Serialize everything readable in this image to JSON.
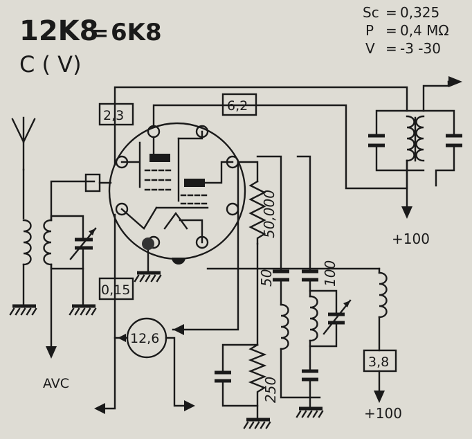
{
  "title": {
    "main": "12K8",
    "equals": "=",
    "alt": "6K8",
    "subtitle": "C ( V)"
  },
  "params": {
    "sc_label": "Sc",
    "sc_eq": "=",
    "sc_value": "0,325",
    "rho_label": "P",
    "rho_eq": "=",
    "rho_value": "0,4 MΩ",
    "v_label": "V",
    "v_eq": "=",
    "v_value": "-3 -30"
  },
  "labels": {
    "box_anode": "6,2",
    "box_screen": "2,3",
    "box_cathode": "0,15",
    "heater": "12,6",
    "box_osc": "3,8",
    "res_50000": "50,000",
    "res_250": "250",
    "cap_50": "50",
    "cap_100": "100",
    "plus100_top": "+100",
    "plus100_bottom": "+100",
    "avc": "AVC"
  }
}
